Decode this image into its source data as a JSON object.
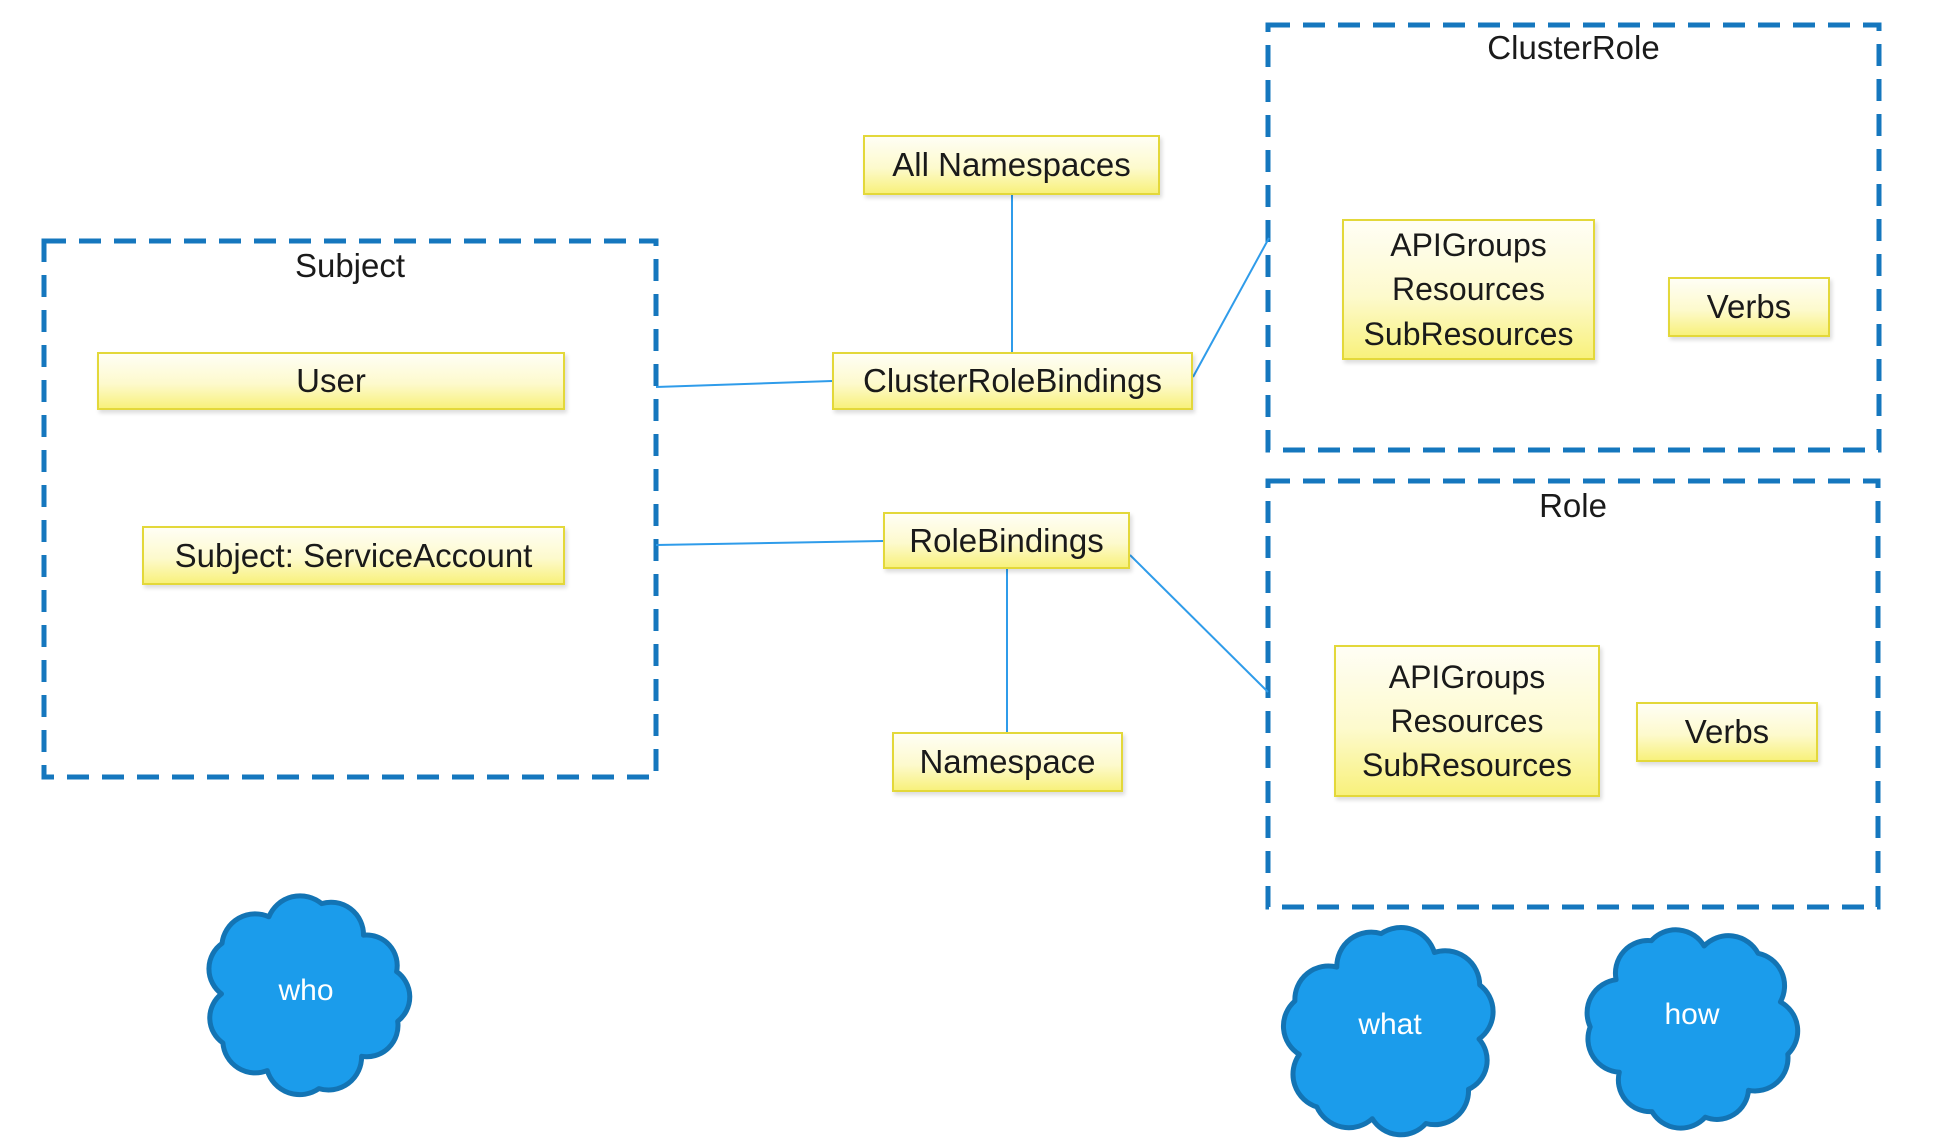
{
  "groups": {
    "subject": {
      "title": "Subject"
    },
    "cluster_role": {
      "title": "ClusterRole"
    },
    "role": {
      "title": "Role"
    }
  },
  "nodes": {
    "all_namespaces": {
      "label": "All Namespaces"
    },
    "user": {
      "label": "User"
    },
    "service_account": {
      "label": "Subject: ServiceAccount"
    },
    "cluster_role_bindings": {
      "label": "ClusterRoleBindings"
    },
    "role_bindings": {
      "label": "RoleBindings"
    },
    "namespace": {
      "label": "Namespace"
    },
    "cluster_role_rules": {
      "lines": [
        "APIGroups",
        "Resources",
        "SubResources"
      ]
    },
    "cluster_role_verbs": {
      "label": "Verbs"
    },
    "role_rules": {
      "lines": [
        "APIGroups",
        "Resources",
        "SubResources"
      ]
    },
    "role_verbs": {
      "label": "Verbs"
    }
  },
  "clouds": {
    "who": {
      "label": "who"
    },
    "what": {
      "label": "what"
    },
    "how": {
      "label": "how"
    }
  },
  "colors": {
    "dashed_border": "#1577be",
    "connector": "#2f9cea",
    "node_border": "#e3d83a",
    "node_fill_top": "#fffef5",
    "node_fill_bottom": "#f8f17c",
    "cloud_fill": "#1b9ceb",
    "cloud_stroke": "#1374b4",
    "text": "#1a1a1a",
    "cloud_text": "#ffffff",
    "canvas_bg": "#ffffff"
  }
}
